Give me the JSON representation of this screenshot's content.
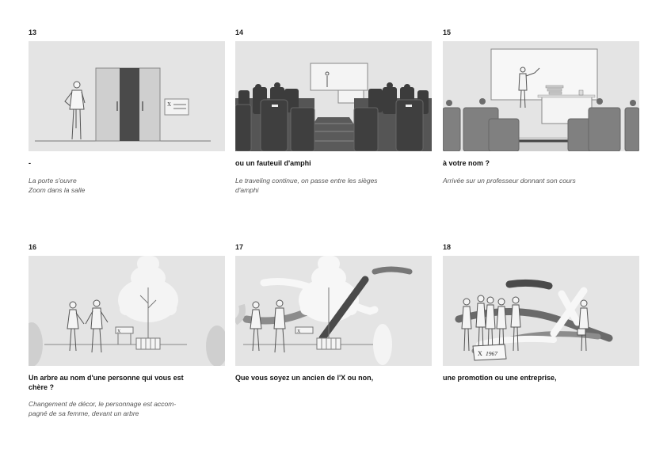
{
  "panels": [
    {
      "number": "13",
      "caption": "-",
      "note_lines": [
        "La porte s'ouvre",
        "Zoom dans la salle"
      ]
    },
    {
      "number": "14",
      "caption": "ou un fauteuil d'amphi",
      "note_lines": [
        "Le traveling continue, on passe entre les sièges",
        "d'amphi"
      ]
    },
    {
      "number": "15",
      "caption": "à votre nom ?",
      "note_lines": [
        "Arrivée sur un professeur donnant son cours"
      ]
    },
    {
      "number": "16",
      "caption_lines": [
        "Un arbre au nom d'une personne qui vous est",
        "chère ?"
      ],
      "note_lines": [
        "Changement de décor, le personnage est accom-",
        "pagné de sa femme, devant un arbre"
      ]
    },
    {
      "number": "17",
      "caption": "Que vous soyez un ancien de l'X ou non,"
    },
    {
      "number": "18",
      "caption": "une promotion ou une entreprise,",
      "sign_text": "1967"
    }
  ]
}
